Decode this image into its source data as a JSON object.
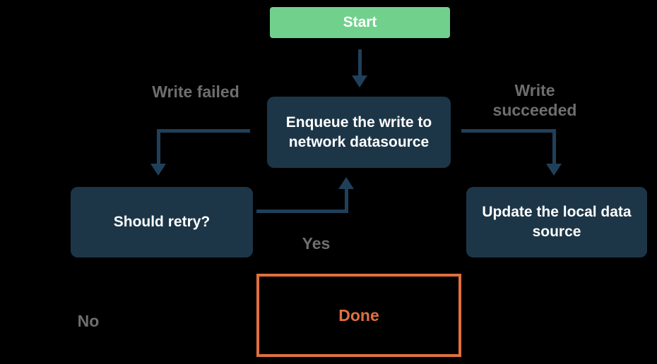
{
  "colors": {
    "background": "#000000",
    "node_fill": "#1C3647",
    "node_text": "#FFFFFF",
    "start_fill": "#71D18C",
    "arrow": "#20405A",
    "edge_label_text": "#6E6E6E",
    "done_accent": "#E0703F"
  },
  "nodes": {
    "start": {
      "label": "Start"
    },
    "enqueue": {
      "label": "Enqueue the write to network datasource"
    },
    "retry": {
      "label": "Should retry?"
    },
    "update": {
      "label": "Update the local data source"
    },
    "done": {
      "label": "Done"
    }
  },
  "edges": {
    "write_failed": {
      "label": "Write failed"
    },
    "write_succeeded": {
      "label": "Write succeeded"
    },
    "yes": {
      "label": "Yes"
    },
    "no": {
      "label": "No"
    }
  }
}
